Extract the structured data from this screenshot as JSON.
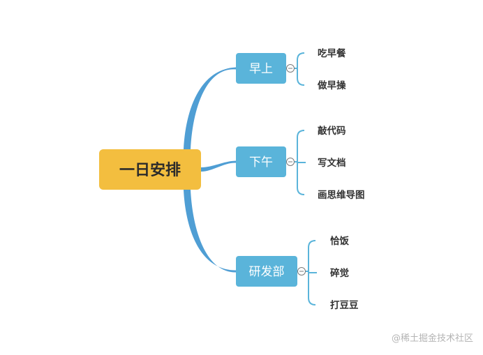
{
  "root": {
    "label": "一日安排"
  },
  "branches": [
    {
      "label": "早上",
      "children": [
        "吃早餐",
        "做早操"
      ]
    },
    {
      "label": "下午",
      "children": [
        "敲代码",
        "写文档",
        "画思维导图"
      ]
    },
    {
      "label": "研发部",
      "children": [
        "恰饭",
        "碎觉",
        "打豆豆"
      ]
    }
  ],
  "watermark": "@稀土掘金技术社区",
  "colors": {
    "root_fill": "#f3be3f",
    "branch_fill": "#5ab4da",
    "trunk": "#4f9ed4",
    "leaf_line": "#5ab4da"
  }
}
